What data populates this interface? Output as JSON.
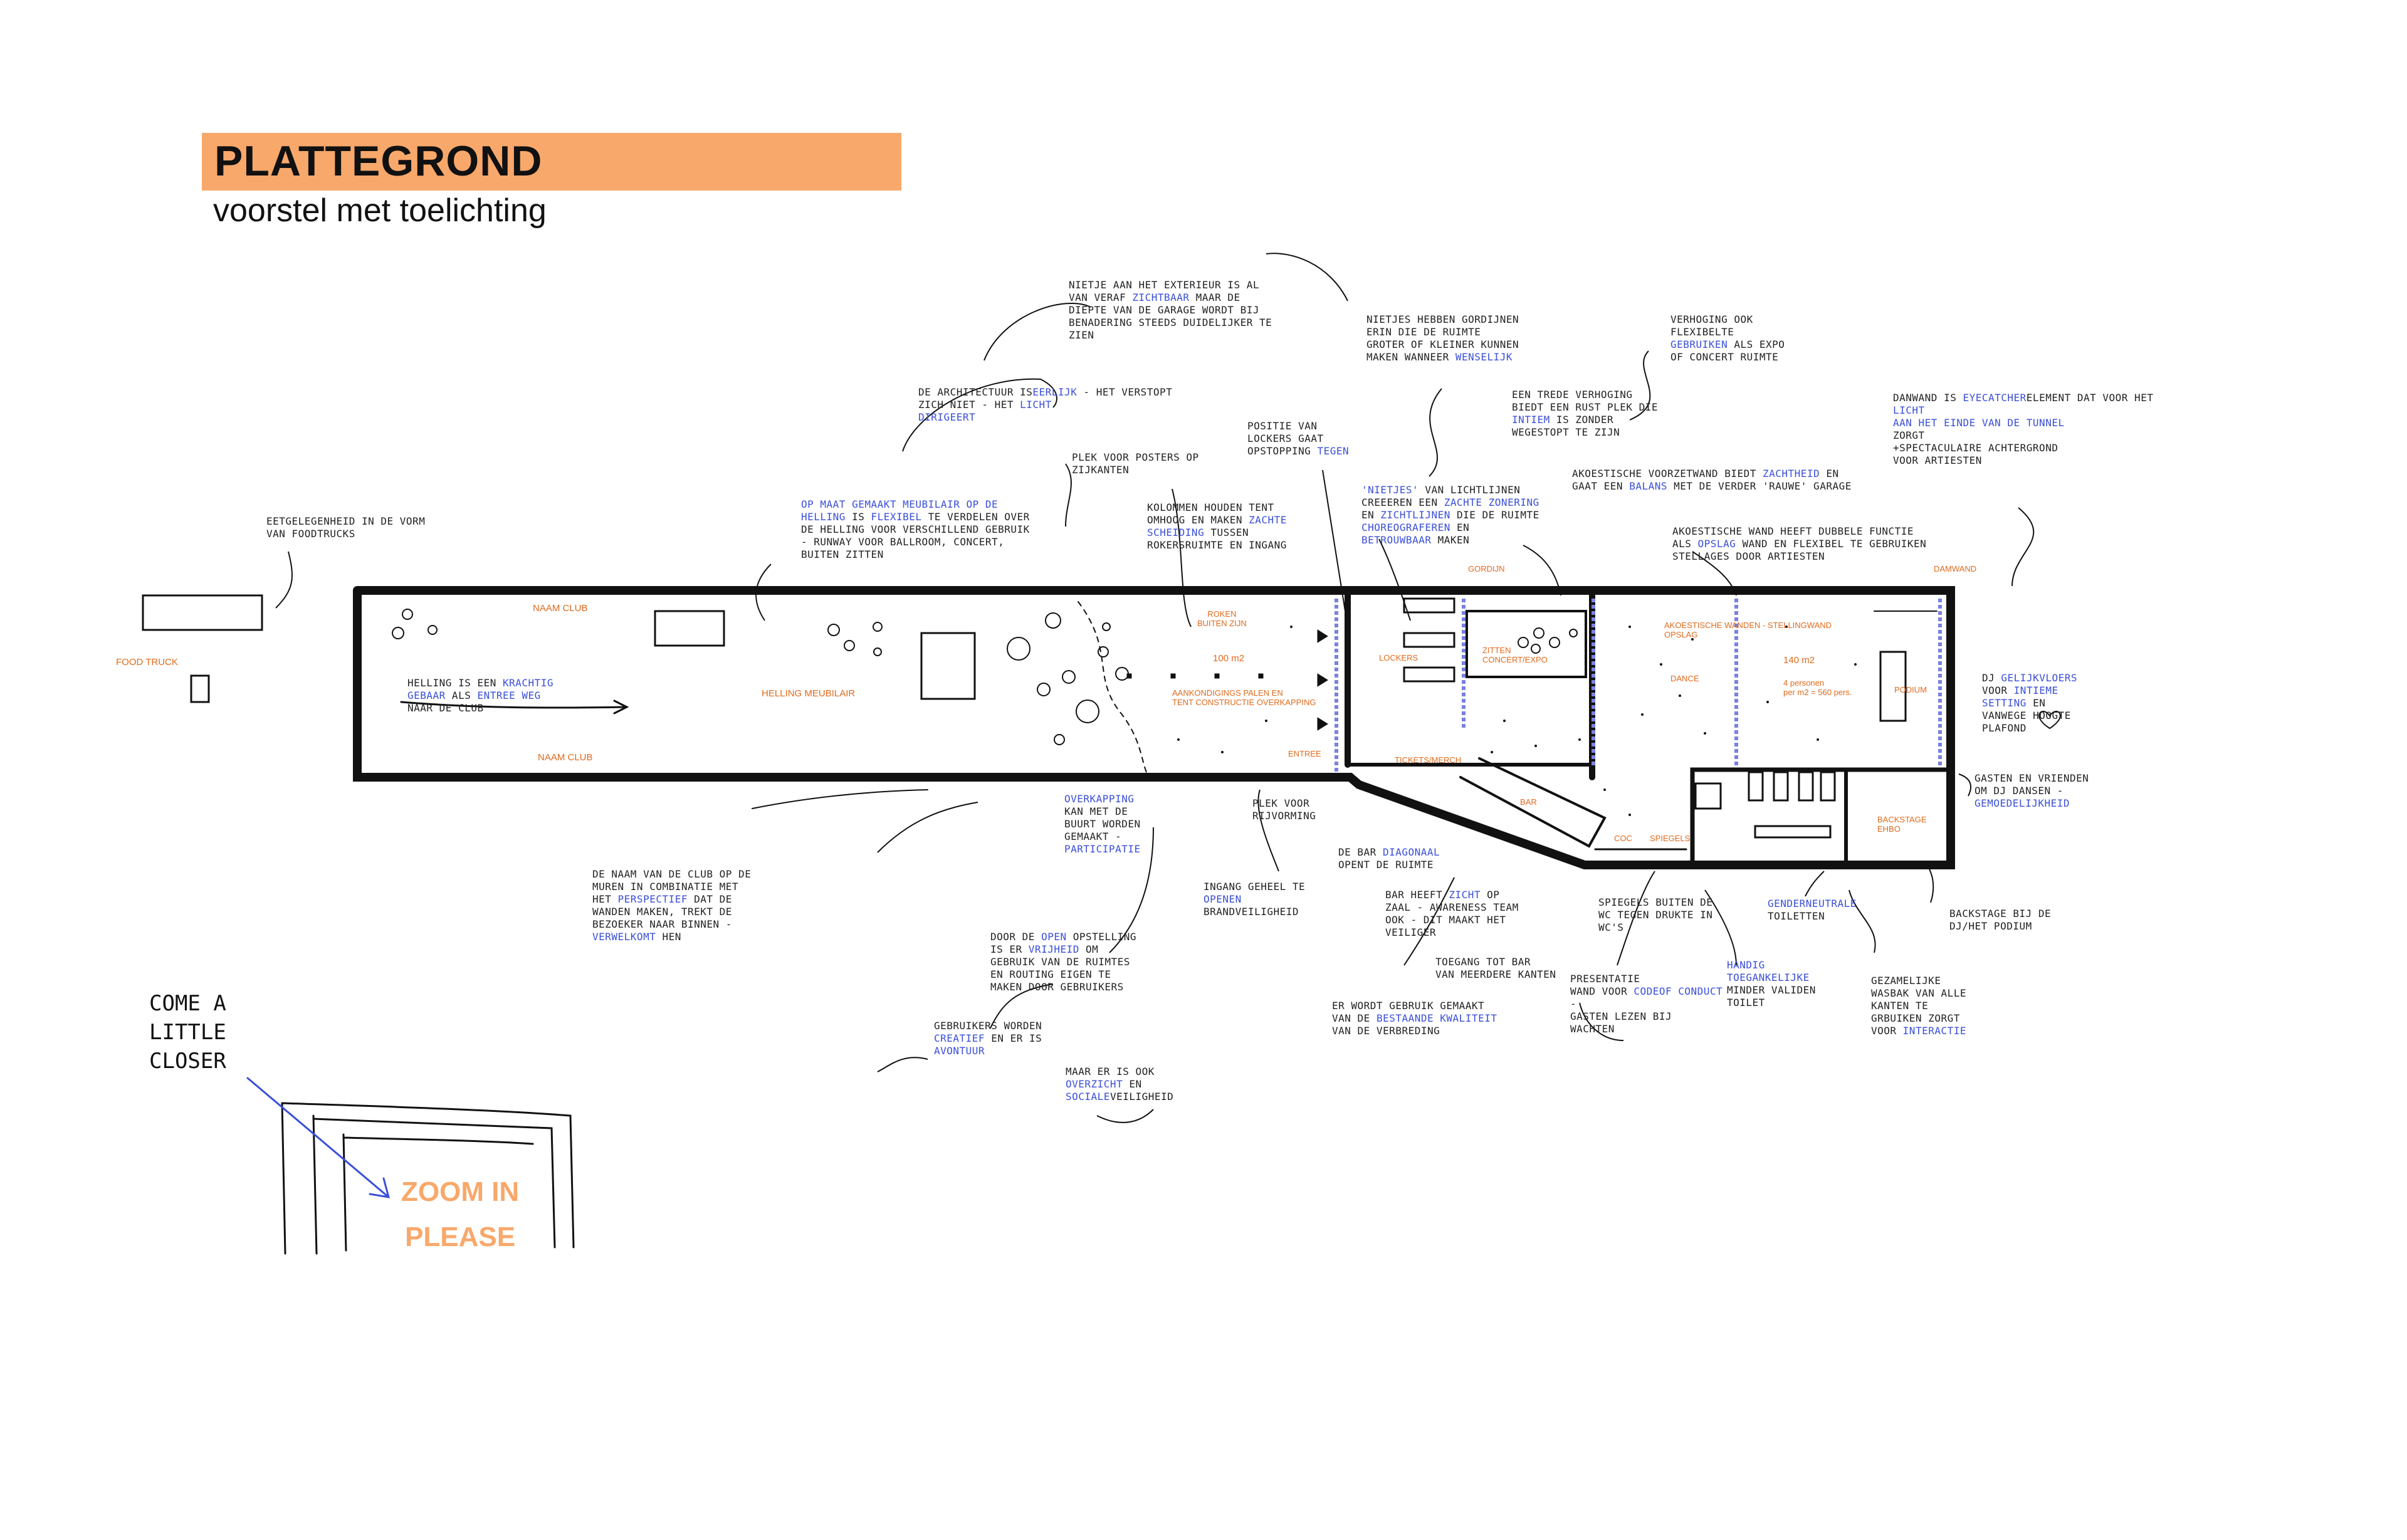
{
  "header": {
    "title": "PLATTEGROND",
    "subtitle": "voorstel met toelichting"
  },
  "plan_labels": {
    "food_truck": "FOOD TRUCK",
    "naam_club_top": "NAAM CLUB",
    "naam_club_bottom": "NAAM CLUB",
    "helling_meubilair": "HELLING MEUBILAIR",
    "roken": "ROKEN\nBUITEN ZIJN",
    "area_100": "100 m2",
    "aankondigings": "AANKONDIGINGS PALEN EN\nTENT CONSTRUCTIE OVERKAPPING",
    "entree": "ENTREE",
    "lockers": "LOCKERS",
    "tickets": "TICKETS/MERCH",
    "gordijn": "GORDIJN",
    "zitten": "ZITTEN\nCONCERT/EXPO",
    "bar": "BAR",
    "akoestische_wanden": "AKOESTISCHE WANDEN - STELLINGWAND\nOPSLAG",
    "dance": "DANCE",
    "area_140": "140 m2",
    "capacity": "4 personen\nper m2 = 560 pers.",
    "podium": "PODIUM",
    "damwand": "DAMWAND",
    "coc": "COC",
    "spiegels": "SPIEGELS",
    "backstage": "BACKSTAGE\nEHBO"
  },
  "annotations": {
    "nietje_exterieur": [
      "NIETJE  AAN HET EXTERIEUR IS AL",
      "VAN VERAF ",
      "ZICHTBAAR",
      " MAAR DE",
      "DIEPTE VAN DE GARAGE WORDT BIJ",
      "BENADERING STEEDS DUIDELIJKER TE",
      "ZIEN"
    ],
    "architectuur": [
      "DE ARCHITECTUUR IS",
      "EERLIJK",
      " - HET VERSTOPT",
      "ZICH NIET - HET ",
      "LICHT",
      "DIRIGEERT"
    ],
    "nietjes_gordijnen": [
      "NIETJES HEBBEN GORDIJNEN",
      "ERIN DIE DE RUIMTE",
      "GROTER OF KLEINER KUNNEN",
      "MAKEN WANNEER ",
      "WENSELIJK"
    ],
    "verhoging": [
      "VERHOGING OOK",
      "FLEXIBELTE",
      "GEBRUIKEN",
      " ALS EXPO",
      "OF CONCERT RUIMTE"
    ],
    "trede": [
      "EEN TREDE VERHOGING",
      "BIEDT EEN RUST PLEK DIE",
      "INTIEM",
      " IS ZONDER",
      "WEGESTOPT TE ZIJN"
    ],
    "damwand_note": [
      "DANWAND IS ",
      "EYECATCHER",
      "ELEMENT DAT VOOR HET ",
      "LICHT",
      "AAN HET EINDE VAN DE TUNNEL",
      "ZORGT",
      "+SPECTACULAIRE ACHTERGROND",
      "VOOR ARTIESTEN"
    ],
    "positie_lockers": [
      "POSITIE VAN",
      "LOCKERS GAAT",
      "OPSTOPPING",
      " TEGEN"
    ],
    "plek_posters": [
      "PLEK VOOR POSTERS OP",
      "ZIJKANTEN"
    ],
    "foodtrucks": [
      "EETGELEGENHEID IN DE VORM",
      "VAN FOODTRUCKS"
    ],
    "meubilair": [
      "OP MAAT GEMAAKT MEUBILAIR OP DE",
      "HELLING",
      " IS ",
      "FLEXIBEL",
      " TE VERDELEN OVER",
      "DE HELLING VOOR VERSCHILLEND GEBRUIK",
      "- RUNWAY VOOR BALLROOM, CONCERT,",
      "BUITEN ZITTEN"
    ],
    "kolommen": [
      "KOLOMMEN HOUDEN TENT",
      "OMHOOG EN MAKEN ",
      "ZACHTE",
      "SCHEIDING",
      " TUSSEN",
      "ROKERSRUIMTE EN INGANG"
    ],
    "nietjes_lichtlijnen": [
      "'NIETJES'",
      " VAN LICHTLIJNEN",
      "CREEEREN EEN ",
      "ZACHTE ZONERING",
      "EN ",
      "ZICHTLIJNEN",
      " DIE DE RUIMTE",
      "CHOREOGRAFEREN",
      " EN",
      "BETROUWBAAR",
      " MAKEN"
    ],
    "akoestische_voorzetwand": [
      "AKOESTISCHE VOORZETWAND BIEDT ",
      "ZACHTHEID",
      " EN",
      "GAAT EEN ",
      "BALANS",
      " MET DE VERDER 'RAUWE' GARAGE"
    ],
    "akoestische_wand": [
      "AKOESTISCHE WAND HEEFT DUBBELE FUNCTIE",
      "ALS ",
      "OPSLAG",
      " WAND EN FLEXIBEL TE GEBRUIKEN",
      "STELLAGES DOOR ARTIESTEN"
    ],
    "helling": [
      "HELLING IS EEN ",
      "KRACHTIG",
      "GEBAAR",
      " ALS ",
      "ENTREE WEG",
      "NAAR DE CLUB"
    ],
    "dj_gelijkvloers": [
      "DJ ",
      "GELIJKVLOERS",
      "VOOR ",
      "INTIEME",
      "SETTING",
      " EN",
      "VANWEGE HOOGTE",
      "PLAFOND"
    ],
    "gasten": [
      "GASTEN EN VRIENDEN",
      "OM DJ DANSEN -",
      "GEMOEDELIJKHEID"
    ],
    "overkapping": [
      "OVERKAPPING",
      "KAN MET DE",
      "BUURT WORDEN",
      "GEMAAKT -",
      "PARTICIPATIE"
    ],
    "plek_rijvorming": [
      "PLEK VOOR",
      "RIJVORMING"
    ],
    "naam_club_note": [
      "DE NAAM VAN DE CLUB OP DE",
      "MUREN IN COMBINATIE MET",
      "HET ",
      "PERSPECTIEF",
      " DAT DE",
      "WANDEN MAKEN, TREKT DE",
      "BEZOEKER NAAR BINNEN -",
      "VERWELKOMT",
      " HEN"
    ],
    "ingang": [
      "INGANG GEHEEL TE",
      "OPENEN",
      "BRANDVEILIGHEID"
    ],
    "bar_diagonaal": [
      "DE BAR ",
      "DIAGONAAL",
      "OPENT DE RUIMTE"
    ],
    "bar_zicht": [
      "BAR HEEFT ",
      "ZICHT",
      " OP",
      "ZAAL - AWARENESS TEAM",
      "OOK - DIT MAAKT HET",
      "VEILIGER"
    ],
    "toegang_bar": [
      "TOEGANG TOT BAR",
      "VAN MEERDERE KANTEN"
    ],
    "kwaliteit": [
      "ER WORDT GEBRUIK GEMAAKT",
      "VAN DE ",
      "BESTAANDE KWALITEIT",
      "VAN DE VERBREDING"
    ],
    "spiegels_note": [
      "SPIEGELS BUITEN DE",
      "WC TEGEN DRUKTE IN",
      "WC'S"
    ],
    "genderneutrale": [
      "GENDERNEUTRALE",
      "TOILETTEN"
    ],
    "backstage_note": [
      "BACKSTAGE BIJ DE",
      "DJ/HET PODIUM"
    ],
    "presentatie": [
      "PRESENTATIE",
      "WAND VOOR ",
      "CODE",
      "OF CONDUCT",
      " -",
      "GASTEN LEZEN BIJ",
      "WACHTEN"
    ],
    "handig": [
      "HANDIG",
      "TOEGANKELIJKE",
      "MINDER VALIDEN",
      "TOILET"
    ],
    "wasbak": [
      "GEZAMELIJKE",
      "WASBAK VAN ALLE",
      "KANTEN TE",
      "GRBUIKEN ZORGT",
      "VOOR ",
      "INTERACTIE"
    ],
    "open_opstelling": [
      "DOOR DE ",
      "OPEN",
      " OPSTELLING",
      "IS ER ",
      "VRIJHEID",
      " OM",
      "GEBRUIK VAN DE RUIMTES",
      "EN ROUTING EIGEN TE",
      "MAKEN DOOR GEBRUIKERS"
    ],
    "avontuur": [
      "GEBRUIKERS WORDEN",
      "CREATIEF",
      " EN ER IS",
      "AVONTUUR"
    ],
    "overzicht": [
      "MAAR ER IS OOK",
      "OVERZICHT",
      " EN ",
      "SOCIALE",
      "VEILIGHEID"
    ]
  },
  "handwritten": {
    "come_closer": "COME A\nLITTLE\nCLOSER",
    "zoom_in": "ZOOM IN\nPLEASE"
  },
  "colors": {
    "title_bar": "#f8a86b",
    "highlight": "#3a4fd8",
    "plan_label": "#e06a1c",
    "light_line": "#7a82e0"
  }
}
